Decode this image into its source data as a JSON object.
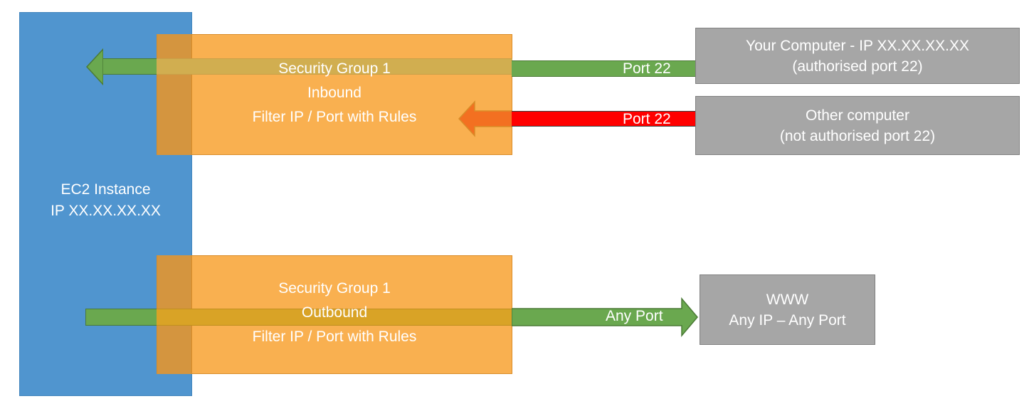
{
  "diagram": {
    "title": "AWS EC2 Security Group inbound and outbound traffic filtering",
    "colors": {
      "instance_blue": "#5095CF",
      "security_group_orange": "#F9B050",
      "allowed_green": "#6AA84F",
      "denied_red": "#FF0000",
      "blocked_arrow_orange": "#F37021",
      "endpoint_gray": "#A6A6A6",
      "text_white": "#FFFFFF"
    }
  },
  "instance": {
    "name": "ec2-instance",
    "line1": "EC2 Instance",
    "line2": "IP XX.XX.XX.XX"
  },
  "security_groups": [
    {
      "id": "inbound",
      "line1": "Security Group 1",
      "line2": "Inbound",
      "line3": "Filter IP / Port with Rules"
    },
    {
      "id": "outbound",
      "line1": "Security Group 1",
      "line2": "Outbound",
      "line3": "Filter IP / Port with Rules"
    }
  ],
  "flows": [
    {
      "id": "allowed-inbound",
      "label": "Port 22",
      "direction": "inbound",
      "status": "allowed",
      "color": "#6AA84F"
    },
    {
      "id": "denied-inbound",
      "label": "Port 22",
      "direction": "inbound",
      "status": "denied",
      "color": "#FF0000"
    },
    {
      "id": "allowed-outbound",
      "label": "Any Port",
      "direction": "outbound",
      "status": "allowed",
      "color": "#6AA84F"
    }
  ],
  "endpoints": [
    {
      "id": "your-computer",
      "line1": "Your Computer - IP XX.XX.XX.XX",
      "line2": "(authorised port 22)"
    },
    {
      "id": "other-computer",
      "line1": "Other computer",
      "line2": "(not authorised port 22)"
    },
    {
      "id": "www",
      "line1": "WWW",
      "line2": "Any IP – Any Port"
    }
  ]
}
